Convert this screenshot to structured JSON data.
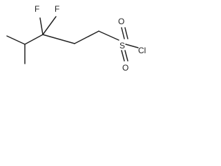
{
  "molecule": {
    "atoms": {
      "f_left": "F",
      "f_right": "F",
      "sulfur": "S",
      "chlorine": "Cl",
      "oxygen_top": "O",
      "oxygen_bottom": "O"
    }
  }
}
